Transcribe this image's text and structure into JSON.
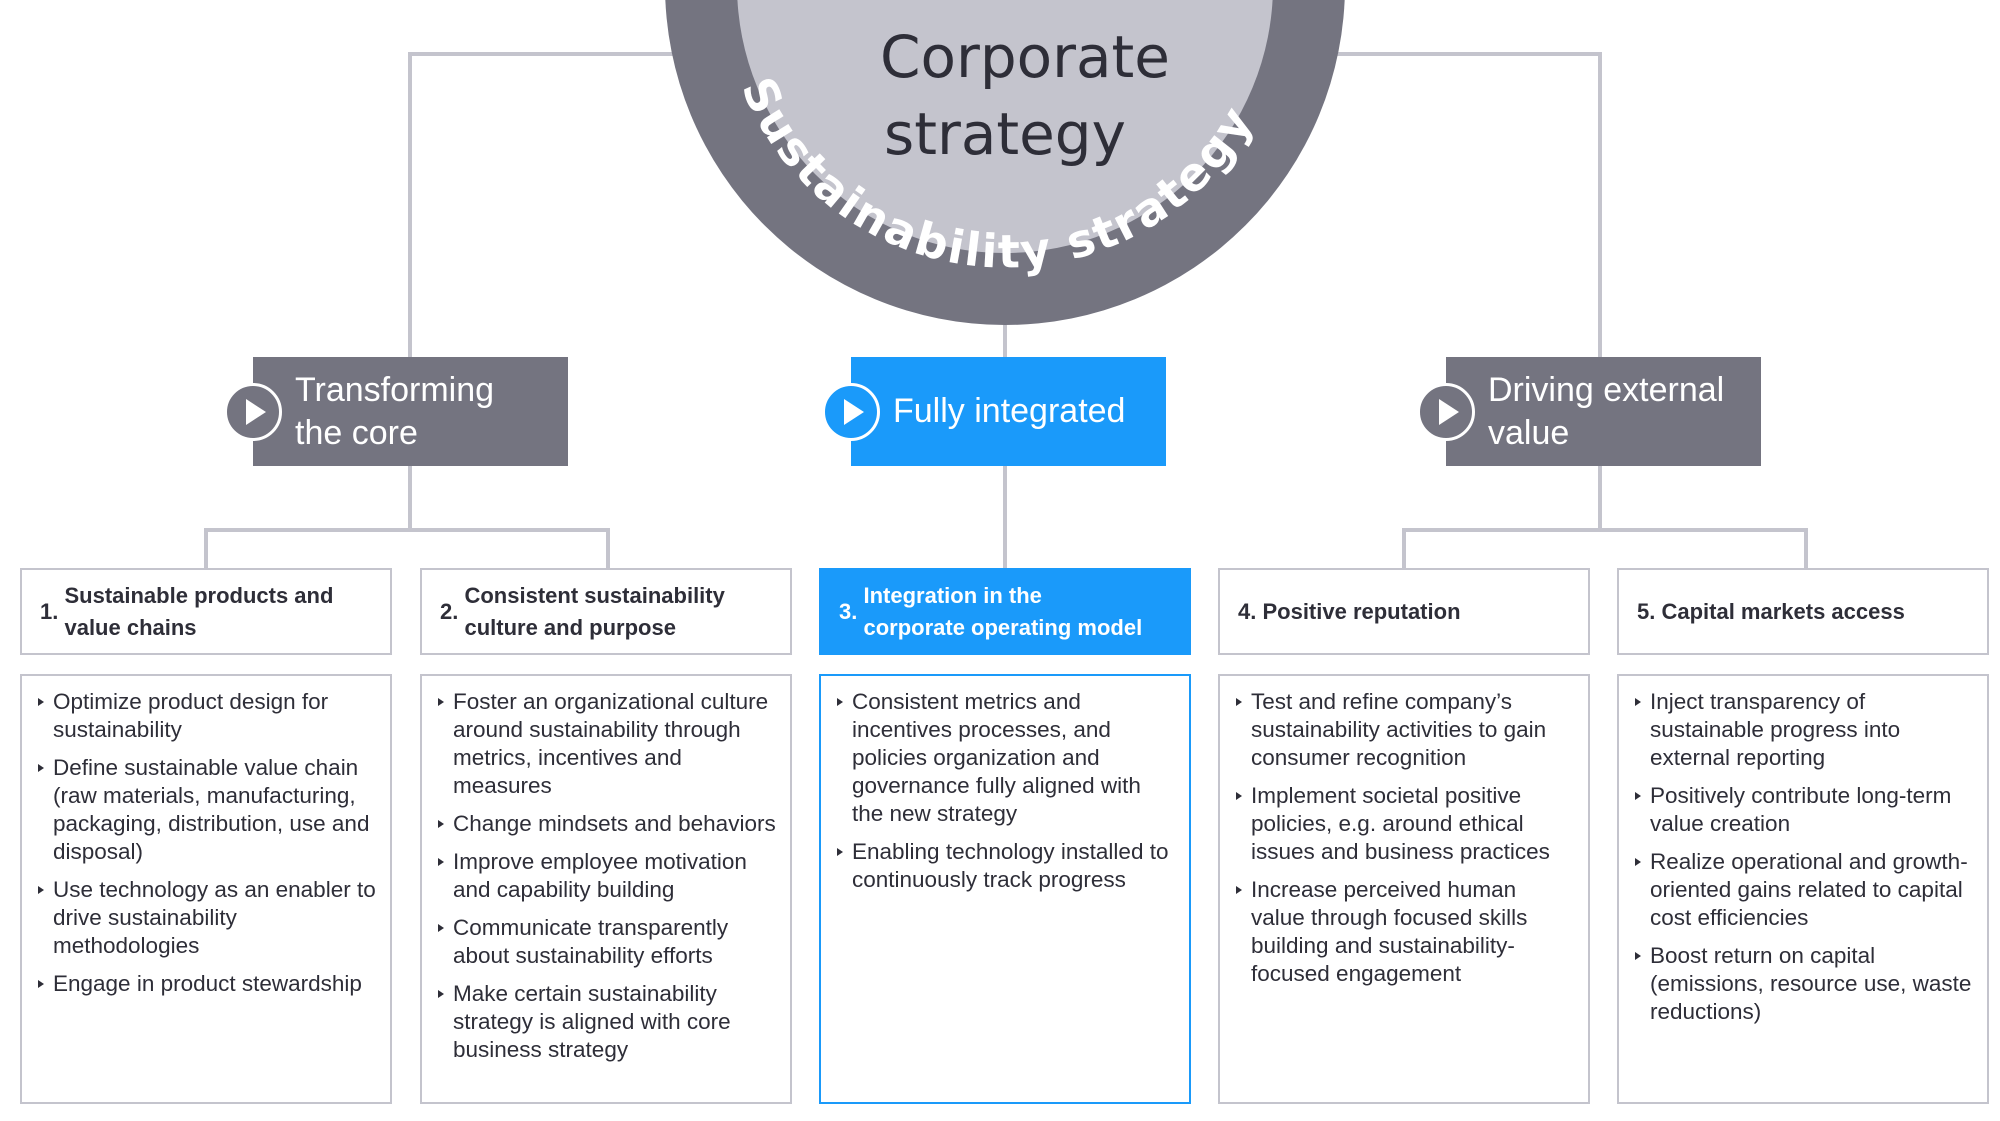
{
  "center": {
    "title_line1": "Corporate",
    "title_line2": "strategy",
    "ring_label": "Sustainability strategy"
  },
  "hubs": [
    {
      "line1": "Transforming",
      "line2": "the core",
      "icon": "play-icon"
    },
    {
      "line1": "Fully integrated",
      "line2": "",
      "icon": "play-icon"
    },
    {
      "line1": "Driving external",
      "line2": "value",
      "icon": "play-icon"
    }
  ],
  "columns": [
    {
      "num": "1. ",
      "title_line1": "Sustainable products and",
      "title_line2": "value chains",
      "items": [
        "Optimize product design for sustainability",
        "Define sustainable value chain (raw materials, manufacturing, packaging, distribution, use and disposal)",
        "Use technology as an enabler to drive sustainability methodologies",
        "Engage in product stewardship"
      ]
    },
    {
      "num": "2. ",
      "title_line1": "Consistent sustainability",
      "title_line2": "culture and purpose",
      "items": [
        "Foster an organizational culture around sustainability through metrics, incentives and measures",
        "Change mindsets and behaviors",
        "Improve employee motivation and capability building",
        "Communicate transparently about sustainability efforts",
        "Make certain sustainability strategy is aligned with core business strategy"
      ]
    },
    {
      "num": "3. ",
      "title_line1": "Integration in the",
      "title_line2": "corporate operating model",
      "items": [
        "Consistent metrics and incentives processes, and policies organization and governance fully aligned with the new strategy",
        "Enabling technology installed to continuously track progress"
      ]
    },
    {
      "num": "4. ",
      "title_line1": "Positive reputation",
      "title_line2": "",
      "items": [
        "Test and refine company’s sustainability activities to gain consumer recognition",
        "Implement societal positive policies, e.g. around ethical issues and business practices",
        "Increase perceived human value through focused skills building and sustainability-focused engagement"
      ]
    },
    {
      "num": "5. ",
      "title_line1": "Capital markets access",
      "title_line2": "",
      "items": [
        "Inject transparency of sustainable progress into external reporting",
        "Positively contribute long-term value creation",
        "Realize operational and growth-oriented gains related to capital cost efficiencies",
        "Boost return on capital (emissions, resource use, waste reductions)"
      ]
    }
  ],
  "colors": {
    "accent_blue": "#1a9afa",
    "hub_gray": "#747480",
    "ring_gray": "#747480",
    "inner_circle": "#c4c4cd",
    "connector": "#c4c4cd",
    "text_dark": "#2e2e38"
  }
}
